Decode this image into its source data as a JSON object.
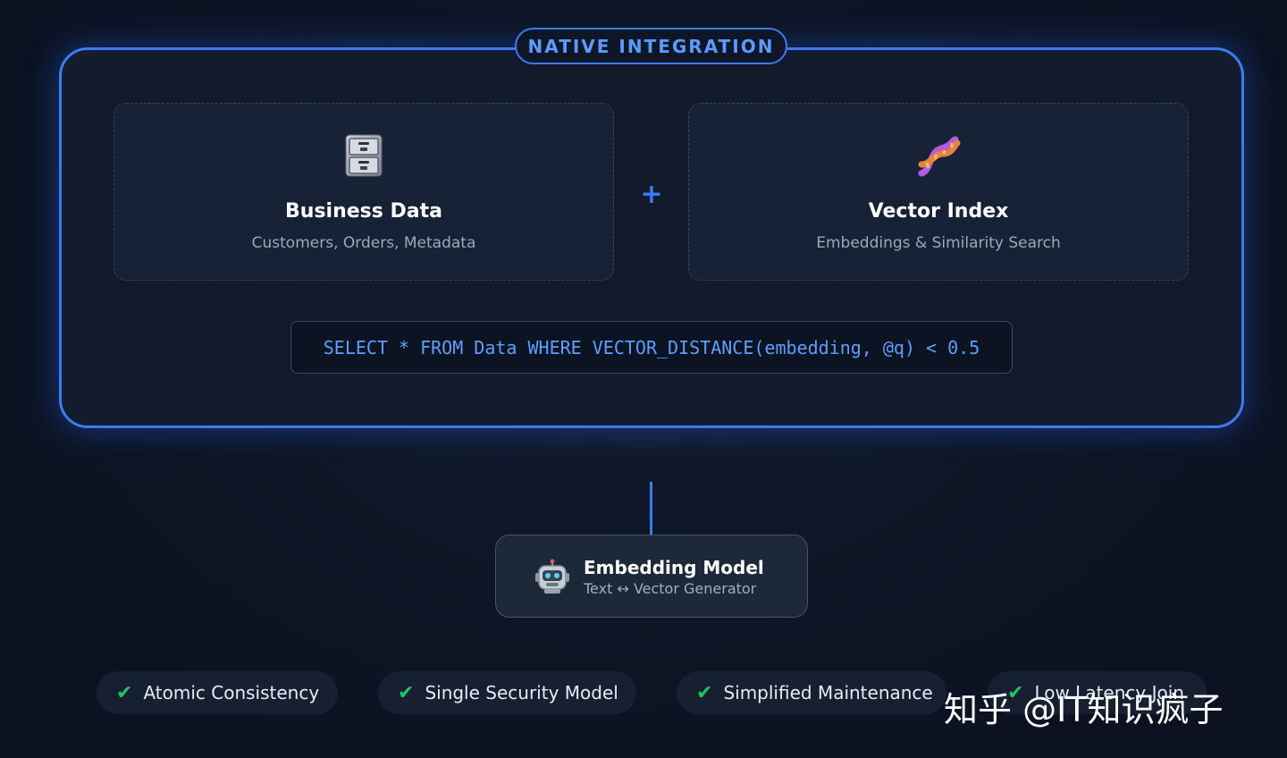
{
  "header": {
    "badge_label": "NATIVE INTEGRATION"
  },
  "cards": [
    {
      "icon": "file-cabinet-icon",
      "title": "Business Data",
      "subtitle": "Customers, Orders, Metadata"
    },
    {
      "icon": "dna-icon",
      "title": "Vector Index",
      "subtitle": "Embeddings & Similarity Search"
    }
  ],
  "connector": {
    "plus_symbol": "+"
  },
  "query": {
    "text": "SELECT * FROM Data WHERE VECTOR_DISTANCE(embedding, @q) < 0.5"
  },
  "model": {
    "icon": "robot-icon",
    "title": "Embedding Model",
    "subtitle": "Text ↔ Vector Generator"
  },
  "features": [
    {
      "check": "✔",
      "label": "Atomic Consistency"
    },
    {
      "check": "✔",
      "label": "Single Security Model"
    },
    {
      "check": "✔",
      "label": "Simplified Maintenance"
    },
    {
      "check": "✔",
      "label": "Low Latency Join"
    }
  ],
  "watermark": {
    "text": "知乎 @IT知识疯子"
  },
  "colors": {
    "accent": "#3b7cf0",
    "badge_text": "#5b9bff",
    "code_text": "#5e9eff",
    "check": "#22c55e",
    "background": "#0d1424"
  }
}
